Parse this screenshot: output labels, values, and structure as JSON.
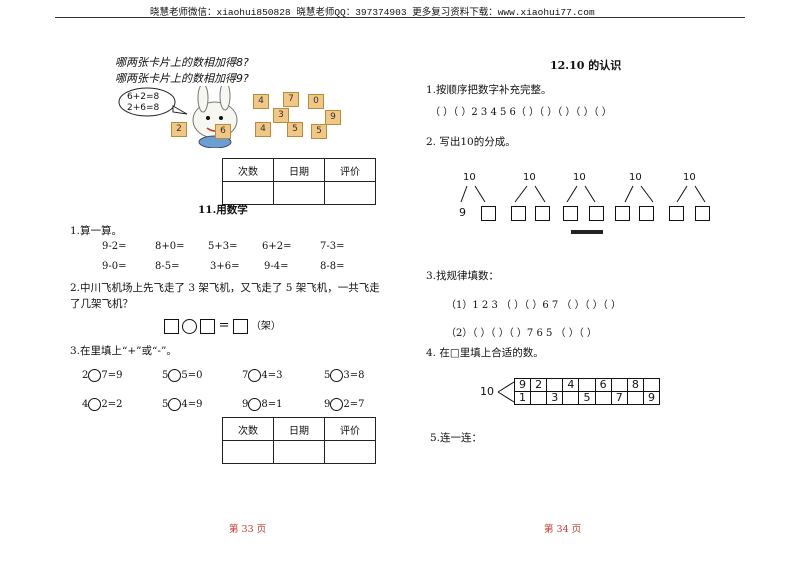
{
  "header": "晓慧老师微信：xiaohui850828 晓慧老师QQ：397374903 更多复习资料下载：www.xiaohui77.com",
  "left": {
    "top_lines": [
      "哪两张卡片上的数相加得8?",
      "哪两张卡片上的数相加得9?"
    ],
    "bubble_lines": [
      "6+2=8",
      "2+6=8"
    ],
    "cards": [
      "4",
      "7",
      "0",
      "2",
      "6",
      "4",
      "3",
      "5",
      "9",
      "5"
    ],
    "eval_headers": [
      "次数",
      "日期",
      "评价"
    ],
    "lesson_title": "11.用数学",
    "q1": "1.算一算。",
    "q1_rows": [
      [
        "9-2=",
        "8+0=",
        "5+3=",
        "6+2=",
        "7-3="
      ],
      [
        "9-0=",
        "8-5=",
        "3+6=",
        "9-4=",
        "8-8="
      ]
    ],
    "q2_line1": "2.中川飞机场上先飞走了 3 架飞机，又飞走了 5 架飞机，一共飞走",
    "q2_line2": "了几架飞机？",
    "q2_unit": "（架）",
    "q3": "3.在里填上“+”或“-”。",
    "q3_rows": [
      [
        [
          "2",
          "7=9"
        ],
        [
          "5",
          "5=0"
        ],
        [
          "7",
          "4=3"
        ],
        [
          "5",
          "3=8"
        ]
      ],
      [
        [
          "4",
          "2=2"
        ],
        [
          "5",
          "4=9"
        ],
        [
          "9",
          "8=1"
        ],
        [
          "9",
          "2=7"
        ]
      ]
    ],
    "eval2_headers": [
      "次数",
      "日期",
      "评价"
    ],
    "footer": "第 33 页"
  },
  "right": {
    "title": "12.10 的认识",
    "q1": "1.按顺序把数字补充完整。",
    "q1_seq": "（    ）（    ）2  3    4    5    6（    ）（    ）（    ）（    ）（    ）",
    "q2": "2. 写出10的分成。",
    "split_top": [
      "10",
      "10",
      "10",
      "10",
      "10"
    ],
    "split_first": "9",
    "q3": "3.找规律填数：",
    "q3_row1": "（1）1   2     3   （    ）（    ）6  7  （    ）（    ）（    ）",
    "q3_row2": "（2）（    ）（    ）（    ）7   6   5  （    ）（    ）",
    "q4": "4. 在□里填上合适的数。",
    "grid_root": "10",
    "grid_top": [
      "9",
      "2",
      "",
      "4",
      "",
      "6",
      "",
      "8",
      ""
    ],
    "grid_bottom": [
      "1",
      "",
      "3",
      "",
      "5",
      "",
      "7",
      "",
      "9"
    ],
    "q5": "5.连一连：",
    "footer": "第 34 页"
  }
}
